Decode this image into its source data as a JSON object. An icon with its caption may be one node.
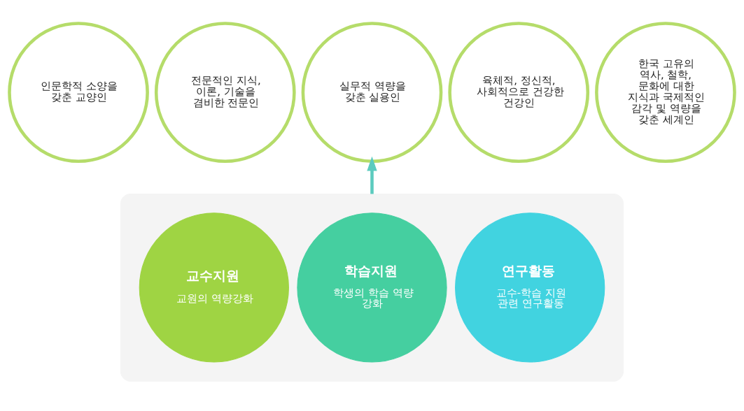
{
  "diagram": {
    "nodes": [
      {
        "text": [
          "인문학적 소양을 갖춘 교양인"
        ]
      },
      {
        "text": [
          "전문적인 지식, 이론, 기술을 겸비한 전문인"
        ]
      },
      {
        "text": [
          "실무적 역량을 갖춘 실용인"
        ]
      },
      {
        "text": [
          "육체적, 정신적, 사회적으로 건강한 건강인"
        ]
      },
      {
        "text": [
          "한국 고유의 역사, 철학, 문화에 대한 지식과 국제적인 감각 및 역량을 갖춘 세계인"
        ]
      },
      {
        "text": [],
        "shape": "box"
      },
      {
        "text": [
          "교수지원",
          "교원의 역량강화"
        ],
        "in": 5
      },
      {
        "text": [
          "학습지원",
          "학생의 학습 역량 강화"
        ],
        "in": 5
      },
      {
        "text": [
          "연구활동",
          "교수-학습 지원 관련 연구활동"
        ],
        "in": 5
      }
    ],
    "edges": [
      {
        "from": 5,
        "to": 2,
        "arrow": "to"
      }
    ]
  }
}
